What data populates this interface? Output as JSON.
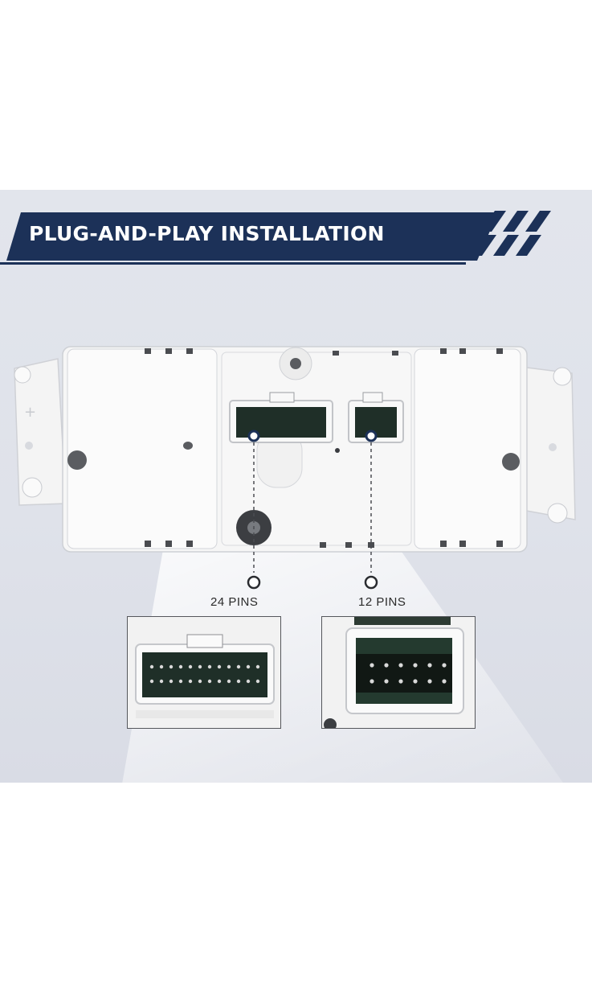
{
  "banner": {
    "title": "PLUG-AND-PLAY INSTALLATION",
    "color": "#1c3158"
  },
  "connectors": [
    {
      "label": "24 PINS"
    },
    {
      "label": "12 PINS"
    }
  ],
  "colors": {
    "background": "#e2e5ec",
    "device": "#f6f6f6",
    "board": "#1f2f28",
    "callout": "#1c3158"
  }
}
